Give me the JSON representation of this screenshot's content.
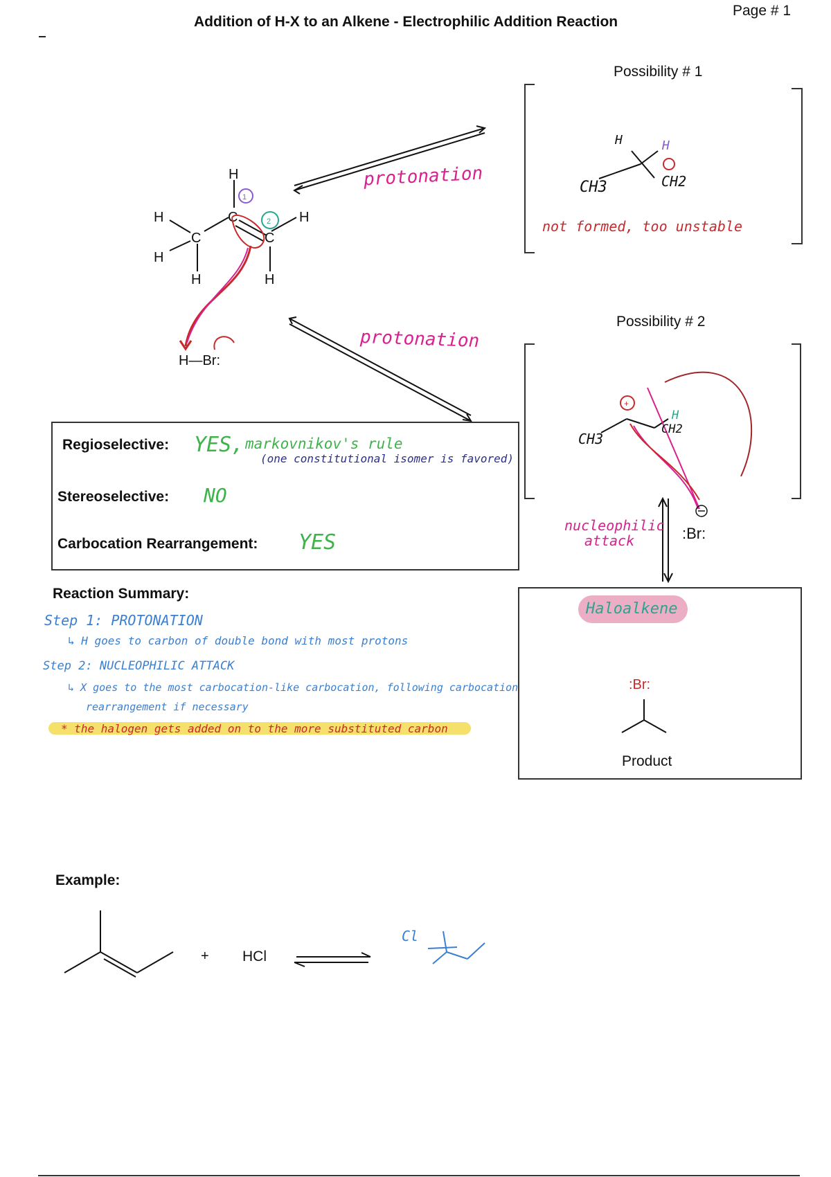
{
  "header": {
    "title": "Addition of H-X to an Alkene - Electrophilic Addition Reaction",
    "page": "Page # 1"
  },
  "mechanism": {
    "arrow_label_top": "protonation",
    "arrow_label_bottom": "protonation",
    "reagent": "H—Br:",
    "carbon_labels": [
      "1",
      "2"
    ],
    "possibility1": {
      "title": "Possibility # 1",
      "left_group": "CH3",
      "right_group": "CH2",
      "top_h": "H",
      "added_h": "H",
      "note": "not formed, too unstable"
    },
    "possibility2": {
      "title": "Possibility # 2",
      "left_group": "CH3",
      "right_group": "CH2",
      "added_h": "H"
    },
    "nucleophile": ":Br:",
    "nucleophile_label": "nucleophilic attack"
  },
  "properties": {
    "regio_label": "Regioselective:",
    "regio_value": "YES,",
    "regio_note": "markovnikov's rule",
    "regio_subnote": "(one constitutional isomer is favored)",
    "stereo_label": "Stereoselective:",
    "stereo_value": "NO",
    "rearr_label": "Carbocation Rearrangement:",
    "rearr_value": "YES"
  },
  "product": {
    "highlight": "Haloalkene",
    "atom": ":Br:",
    "label": "Product"
  },
  "summary": {
    "heading": "Reaction Summary:",
    "step1": "Step 1: PROTONATION",
    "step1_detail": "↳ H goes to carbon of double bond with most protons",
    "step2": "Step 2: NUCLEOPHILIC ATTACK",
    "step2_detail": "↳ X goes to the most carbocation-like carbocation, following carbocation",
    "step2_detail2": "rearrangement if necessary",
    "highlight_note": "* the halogen gets added on to the more substituted carbon"
  },
  "example": {
    "heading": "Example:",
    "plus": "+",
    "reagent": "HCl",
    "product_atom": "Cl"
  },
  "colors": {
    "blue": "#3a7fd0",
    "green": "#3db34a",
    "magenta": "#d8218f",
    "red": "#c8292c",
    "navy": "#2a2f8a",
    "purple": "#8a5ad6",
    "teal": "#2aa58f",
    "yellow": "#f4e06a",
    "pink": "#e79ab6"
  }
}
